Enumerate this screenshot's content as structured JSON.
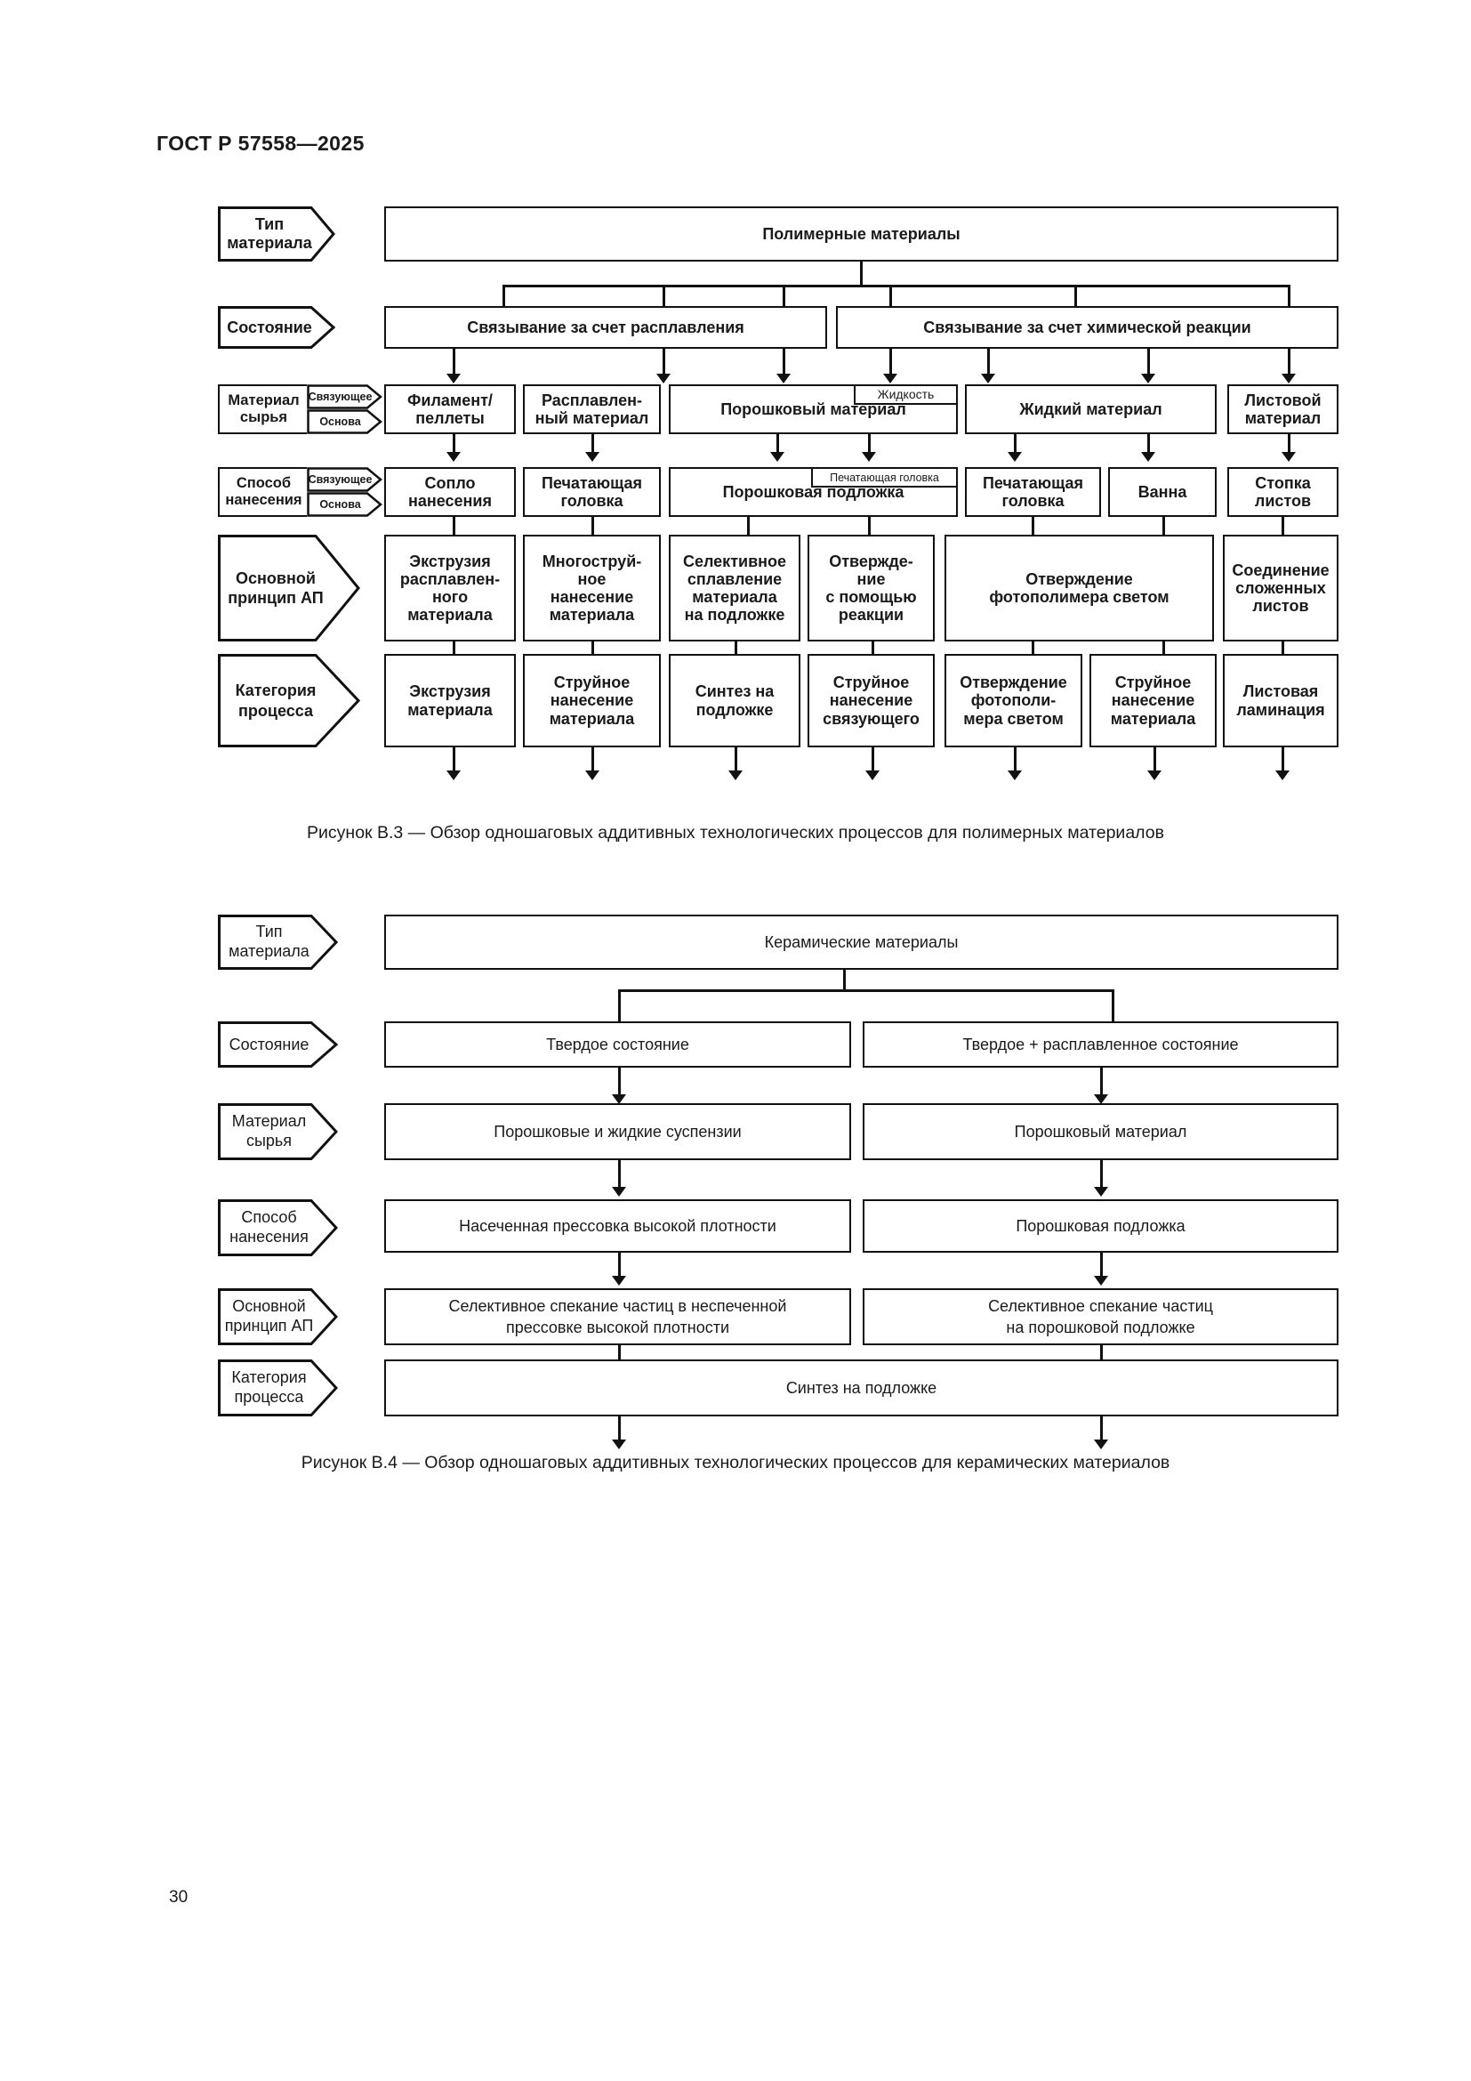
{
  "header": {
    "standard": "ГОСТ Р 57558—2025"
  },
  "footer": {
    "page_number": "30"
  },
  "figure_b3": {
    "caption": "Рисунок В.3 — Обзор одношаговых аддитивных технологических процессов для полимерных материалов",
    "rows": [
      {
        "label": "Тип\nматериала",
        "label_line1": "Тип",
        "label_line2": "материала"
      },
      {
        "label": "Состояние",
        "label_line1": "Состояние",
        "label_line2": ""
      },
      {
        "label": "Материал\nсырья",
        "label_line1": "Материал",
        "label_line2": "сырья"
      },
      {
        "label": "Способ\nнанесения",
        "label_line1": "Способ",
        "label_line2": "нанесения"
      },
      {
        "label": "Основной\nпринцип АП",
        "label_line1": "Основной",
        "label_line2": "принцип АП"
      },
      {
        "label": "Категория\nпроцесса",
        "label_line1": "Категория",
        "label_line2": "процесса"
      }
    ],
    "sublabels": {
      "binder": "Связующее",
      "base": "Основа"
    },
    "material_type": "Полимерные материалы",
    "state": [
      "Связывание за счет расплавления",
      "Связывание за счет химической реакции"
    ],
    "feedstock": [
      "Филамент/\nпеллеты",
      "Расплавлен-\nный материал",
      "Порошковый материал",
      "Жидкий материал",
      "Листовой\nматериал"
    ],
    "feedstock_overlay": "Жидкость",
    "deposition": [
      "Сопло\nнанесения",
      "Печатающая\nголовка",
      "Порошковая подложка",
      "Печатающая\nголовка",
      "Ванна",
      "Стопка\nлистов"
    ],
    "deposition_overlay": "Печатающая головка",
    "principle": [
      "Экструзия\nрасплавлен-\nного\nматериала",
      "Многоструй-\nное\nнанесение\nматериала",
      "Селективное\nсплавление\nматериала\nна подложке",
      "Отвержде-\nние\nс помощью\nреакции",
      "Отверждение\nфотополимера светом",
      "Соединение\nсложенных\nлистов"
    ],
    "category": [
      "Экструзия\nматериала",
      "Струйное\nнанесение\nматериала",
      "Синтез на\nподложке",
      "Струйное\nнанесение\nсвязующего",
      "Отверждение\nфотополи-\nмера светом",
      "Струйное\nнанесение\nматериала",
      "Листовая\nламинация"
    ]
  },
  "figure_b4": {
    "caption": "Рисунок В.4 — Обзор одношаговых аддитивных технологических процессов для керамических материалов",
    "rows": [
      {
        "label_line1": "Тип",
        "label_line2": "материала"
      },
      {
        "label_line1": "Состояние",
        "label_line2": ""
      },
      {
        "label_line1": "Материал",
        "label_line2": "сырья"
      },
      {
        "label_line1": "Способ",
        "label_line2": "нанесения"
      },
      {
        "label_line1": "Основной",
        "label_line2": "принцип АП"
      },
      {
        "label_line1": "Категория",
        "label_line2": "процесса"
      }
    ],
    "material_type": "Керамические материалы",
    "state": [
      "Твердое состояние",
      "Твердое + расплавленное состояние"
    ],
    "feedstock": [
      "Порошковые и жидкие суспензии",
      "Порошковый материал"
    ],
    "deposition": [
      "Насеченная прессовка высокой плотности",
      "Порошковая подложка"
    ],
    "principle": [
      "Селективное спекание частиц в неспеченной\nпрессовке высокой плотности",
      "Селективное спекание частиц\nна порошковой подложке"
    ],
    "category": "Синтез на подложке"
  }
}
